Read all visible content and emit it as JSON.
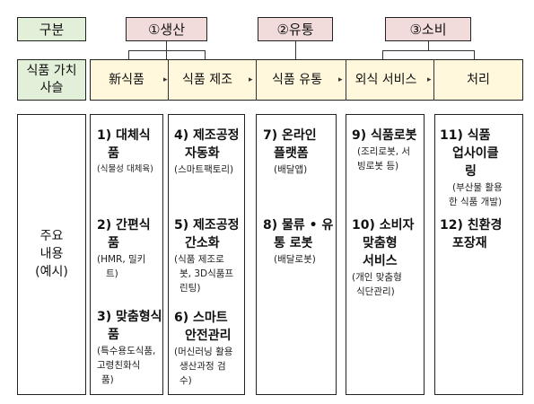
{
  "headers": {
    "gubun": "구분",
    "production": "①생산",
    "distribution": "②유통",
    "consumption": "③소비"
  },
  "value_chain": {
    "label_line1": "식품 가치",
    "label_line2": "사슬",
    "stages": [
      "新식품",
      "식품 제조",
      "식품 유통",
      "외식 서비스",
      "처리"
    ],
    "arrow": "▸"
  },
  "side": {
    "line1": "주요",
    "line2": "내용",
    "line3": "(예시)"
  },
  "columns": {
    "new_food": {
      "item1_title": [
        "1) 대체식",
        "품"
      ],
      "item1_sub": [
        "(식물성 대체육)"
      ],
      "item2_title": [
        "2) 간편식",
        "품"
      ],
      "item2_sub": [
        "(HMR, 밀키",
        "트)"
      ],
      "item3_title": [
        "3) 맞춤형식",
        "품"
      ],
      "item3_sub": [
        "(특수용도식품,",
        "고령친화식",
        "품)"
      ]
    },
    "manufacturing": {
      "item4_title": [
        "4) 제조공정",
        "자동화"
      ],
      "item4_sub": [
        "(스마트팩토리)"
      ],
      "item5_title": [
        "5) 제조공정",
        "간소화"
      ],
      "item5_sub": [
        "(식품 제조로",
        "봇, 3D식품프",
        "린팅)"
      ],
      "item6_title": [
        "6) 스마트",
        "안전관리"
      ],
      "item6_sub": [
        "(머신러닝 활용",
        "생산과정 검",
        "수)"
      ]
    },
    "distribution": {
      "item7_title": [
        "7) 온라인",
        "플랫폼"
      ],
      "item7_sub": [
        "(배달앱)"
      ],
      "item8_title": [
        "8) 물류 • 유",
        "통 로봇"
      ],
      "item8_sub": [
        "(배달로봇)"
      ]
    },
    "food_service": {
      "item9_title": [
        "9) 식품로봇"
      ],
      "item9_sub": [
        "(조리로봇, 서",
        "빙로봇 등)"
      ],
      "item10_title": [
        "10) 소비자",
        "맞춤형",
        "서비스"
      ],
      "item10_sub": [
        "(개인 맞춤형",
        "식단관리)"
      ]
    },
    "disposal": {
      "item11_title": [
        "11) 식품",
        "업사이클",
        "링"
      ],
      "item11_sub": [
        "(부산물 활용",
        "한 식품 개발)"
      ],
      "item12_title": [
        "12) 친환경",
        "포장재"
      ]
    }
  },
  "colors": {
    "green": "#e2f0d9",
    "pink": "#f2dcdb",
    "cream": "#fff8dc"
  }
}
